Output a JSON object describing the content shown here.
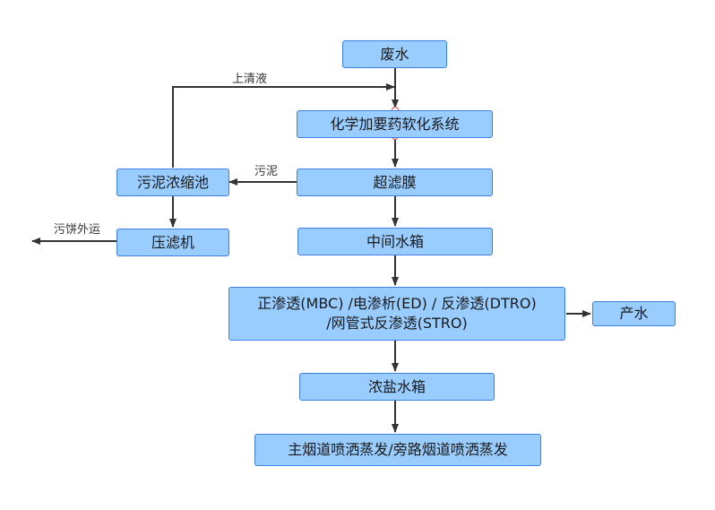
{
  "nodes": {
    "wastewater": "废水",
    "softening": "化学加要药软化系统",
    "ultrafiltration": "超滤膜",
    "middle_tank": "中间水箱",
    "membrane_line1": "正渗透(MBC) /电渗析(ED) / 反渗透(DTRO)",
    "membrane_line2": "/网管式反渗透(STRO)",
    "brine_tank": "浓盐水箱",
    "evaporation": "主烟道喷洒蒸发/旁路烟道喷洒蒸发",
    "sludge_thickener": "污泥浓缩池",
    "filter_press": "压滤机",
    "product_water": "产水"
  },
  "edge_labels": {
    "supernatant": "上清液",
    "sludge": "污泥",
    "cake_out": "污饼外运"
  },
  "colors": {
    "node_fill": "#99CCFF",
    "node_border": "#3D7FE3",
    "arrow": "#333333"
  }
}
